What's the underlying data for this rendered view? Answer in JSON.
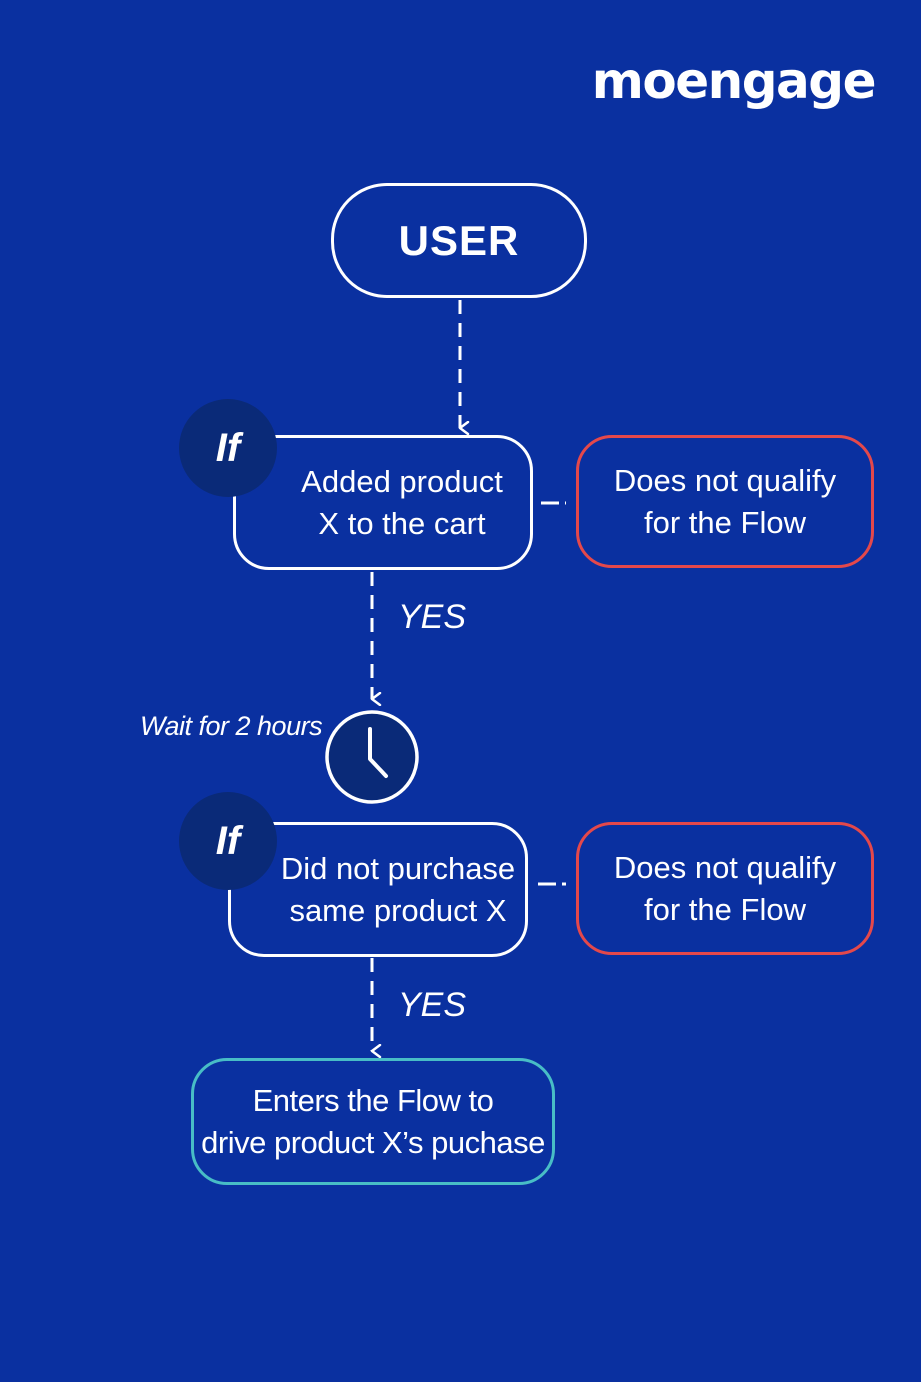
{
  "brand": {
    "logo_text": "moengage"
  },
  "colors": {
    "background": "#0A30A0",
    "node_border": "#FFFFFF",
    "reject_border": "#E4484B",
    "success_border": "#48BDC6",
    "badge_fill": "#0A2A78"
  },
  "flow": {
    "start": {
      "label": "USER"
    },
    "condition_1": {
      "badge": "If",
      "line1": "Added product",
      "line2": "X to the cart"
    },
    "reject_1": {
      "line1": "Does not qualify",
      "line2": "for the Flow"
    },
    "yes_1": "YES",
    "wait": {
      "label": "Wait for 2 hours",
      "icon": "clock-icon"
    },
    "condition_2": {
      "badge": "If",
      "line1": "Did not purchase",
      "line2": "same product X"
    },
    "reject_2": {
      "line1": "Does not qualify",
      "line2": "for the Flow"
    },
    "yes_2": "YES",
    "end": {
      "line1": "Enters the Flow to",
      "line2": "drive product X’s puchase"
    }
  }
}
